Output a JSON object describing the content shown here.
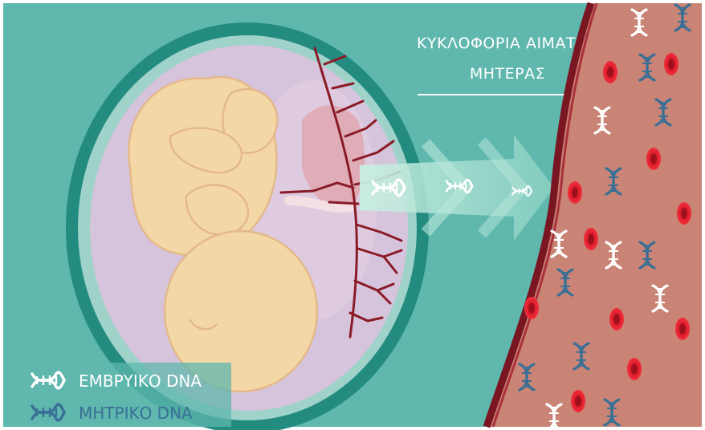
{
  "title": {
    "line1": "ΚΥΚΛΟΦΟΡΙΑ ΑΙΜΑΤΟΣ",
    "line2": "ΜΗΤΕΡΑΣ"
  },
  "legend": {
    "fetal": {
      "label": "ΕΜΒΡΥΙΚΟ DNA",
      "color": "#ffffff"
    },
    "maternal": {
      "label": "ΜΗΤΡΙΚΟ DNA",
      "color": "#3a6f96"
    }
  },
  "colors": {
    "background": "#5fb7ae",
    "uterus_wall": "#238b80",
    "amniotic": "#d6c3dc",
    "fetus": "#f3d7a4",
    "vessel_wall": "#7a1622",
    "blood": "#c98476",
    "red_cell": "#e11d2c"
  },
  "icons": [
    "fetus",
    "placenta",
    "arrow-right-icon",
    "dna-icon",
    "red-blood-cell"
  ]
}
